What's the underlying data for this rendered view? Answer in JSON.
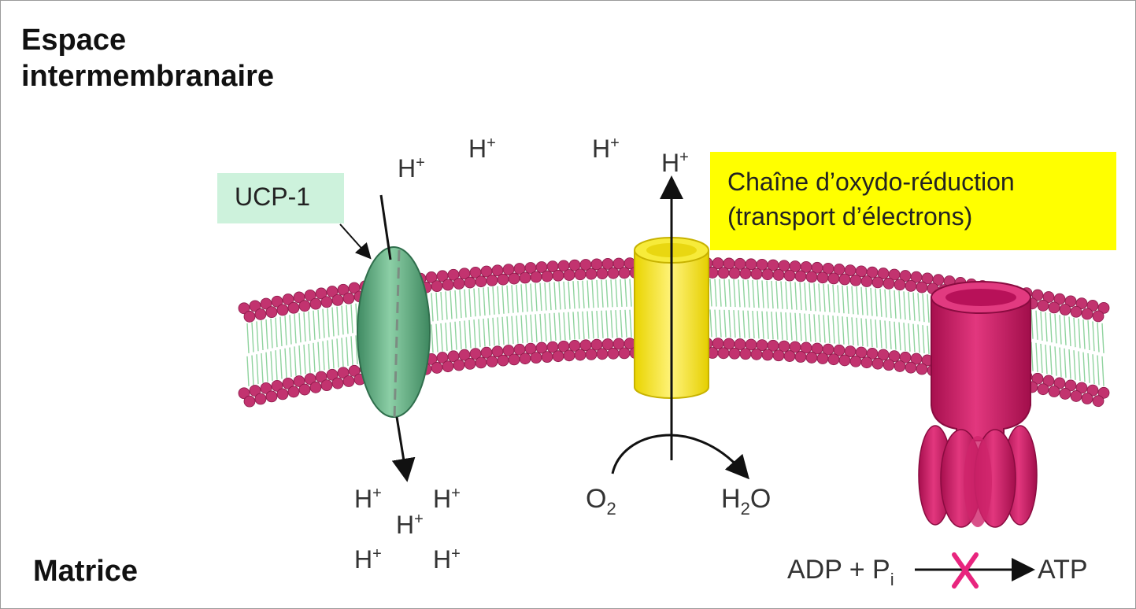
{
  "title_top": [
    "Espace",
    "intermembranaire"
  ],
  "title_bottom": "Matrice",
  "ucp_label": "UCP-1",
  "chain_label": [
    "Chaîne d’oxydo-réduction",
    "(transport d’électrons)"
  ],
  "ion": "H",
  "ion_charge": "+",
  "oxygen": "O",
  "oxygen_sub": "2",
  "water_h": "H",
  "water_sub": "2",
  "water_o": "O",
  "adp": "ADP + P",
  "pi_sub": "i",
  "atp": "ATP",
  "colors": {
    "ucp_box": "#cdf2dc",
    "chain_box": "#ffff00",
    "lipid_head": "#c2336f",
    "lipid_tail": "#8fd39e",
    "ucp_protein": "#5aa77c",
    "chain_protein": "#f2e21c",
    "atp_synthase": "#cc1462",
    "blocked_cross": "#e8257e"
  }
}
